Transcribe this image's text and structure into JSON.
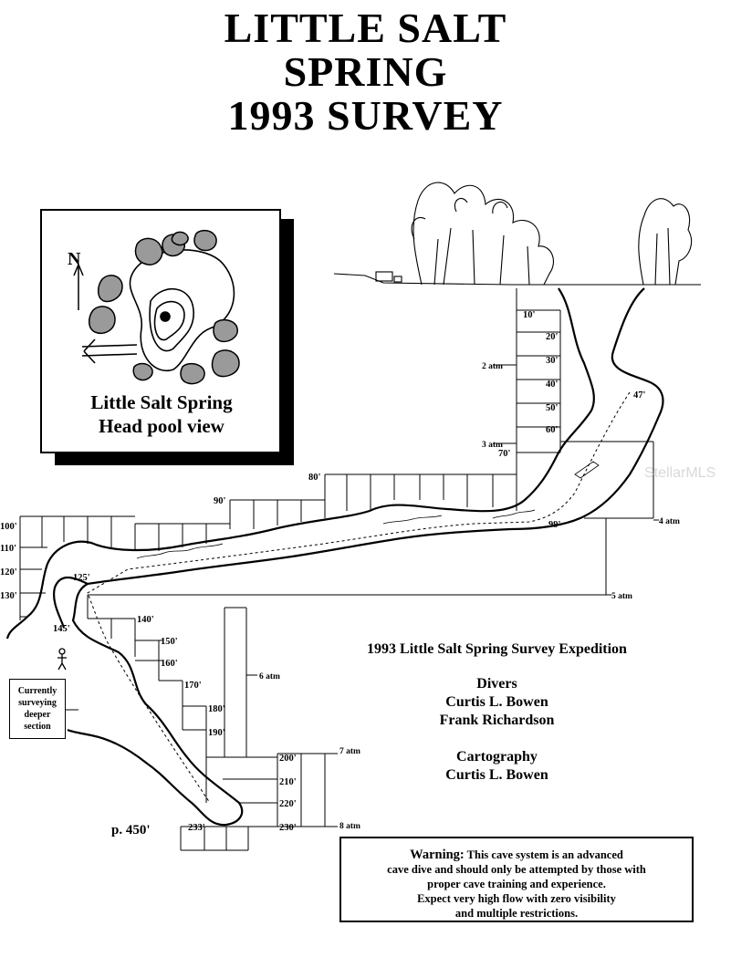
{
  "title": {
    "line1": "LITTLE SALT",
    "line2": "SPRING",
    "line3": "1993 SURVEY"
  },
  "inset": {
    "north": "N",
    "caption_line1": "Little Salt Spring",
    "caption_line2": "Head pool view"
  },
  "depths": {
    "d10": "10'",
    "d20": "20'",
    "d30": "30'",
    "d40": "40'",
    "d47": "47'",
    "d50": "50'",
    "d60": "60'",
    "d70": "70'",
    "d80": "80'",
    "d90": "90'",
    "d99": "99'",
    "d100": "100'",
    "d110": "110'",
    "d120": "120'",
    "d125": "125'",
    "d130": "130'",
    "d140": "140'",
    "d145": "145'",
    "d150": "150'",
    "d160": "160'",
    "d170": "170'",
    "d180": "180'",
    "d190": "190'",
    "d200": "200'",
    "d210": "210'",
    "d220": "220'",
    "d230": "230'",
    "d233": "233'"
  },
  "pressures": {
    "a2": "2 atm",
    "a3": "3 atm",
    "a4": "4 atm",
    "a5": "5 atm",
    "a6": "6 atm",
    "a7": "7 atm",
    "a8": "8 atm"
  },
  "passage_note": "p. 450'",
  "currently_note": {
    "l1": "Currently",
    "l2": "surveying",
    "l3": "deeper",
    "l4": "section"
  },
  "credits": {
    "expedition": "1993 Little Salt Spring Survey Expedition",
    "divers_heading": "Divers",
    "diver1": "Curtis L. Bowen",
    "diver2": "Frank Richardson",
    "cartography_heading": "Cartography",
    "cartographer": "Curtis L. Bowen"
  },
  "warning": {
    "label": "Warning:",
    "line1": "This cave system is an advanced",
    "line2": "cave dive and should only be attempted by those with",
    "line3": "proper cave training and experience.",
    "line4": "Expect very high flow with zero visibility",
    "line5": "and multiple restrictions."
  },
  "watermark": "StellarMLS"
}
